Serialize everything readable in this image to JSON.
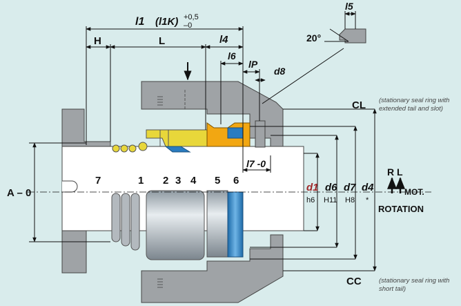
{
  "dims": {
    "l1": "l1",
    "l1k": "(l1K)",
    "tol_upper": "+0,5",
    "tol_lower": "–0",
    "H": "H",
    "L": "L",
    "l4": "l4",
    "l6": "l6",
    "lP": "lP",
    "d8": "d8",
    "l5": "l5",
    "angle": "20°",
    "l7": "l7 -0",
    "A": "A – 0"
  },
  "parts": [
    "7",
    "1",
    "2",
    "3",
    "4",
    "5",
    "6"
  ],
  "diameters": {
    "d1": "d1",
    "d1_tol": "h6",
    "d6": "d6",
    "d6_tol": "H11",
    "d7": "d7",
    "d7_tol": "H8",
    "d4": "d4",
    "d4_tol": "*"
  },
  "rotation": {
    "R": "R",
    "L": "L",
    "mot": "MOT.",
    "label": "ROTATION"
  },
  "variants": {
    "cl": "CL",
    "cl_note1": "(stationary seal ring with",
    "cl_note2": "extended tail and slot)",
    "cc": "CC",
    "cc_note1": "(stationary seal ring with",
    "cc_note2": "short tail)"
  },
  "colors": {
    "background": "#d9ecec",
    "housing": "#9fa3a6",
    "spring": "#e8d73a",
    "seat": "#f2a712",
    "ring": "#2a7cc0",
    "d1_accent": "#a0282a"
  }
}
